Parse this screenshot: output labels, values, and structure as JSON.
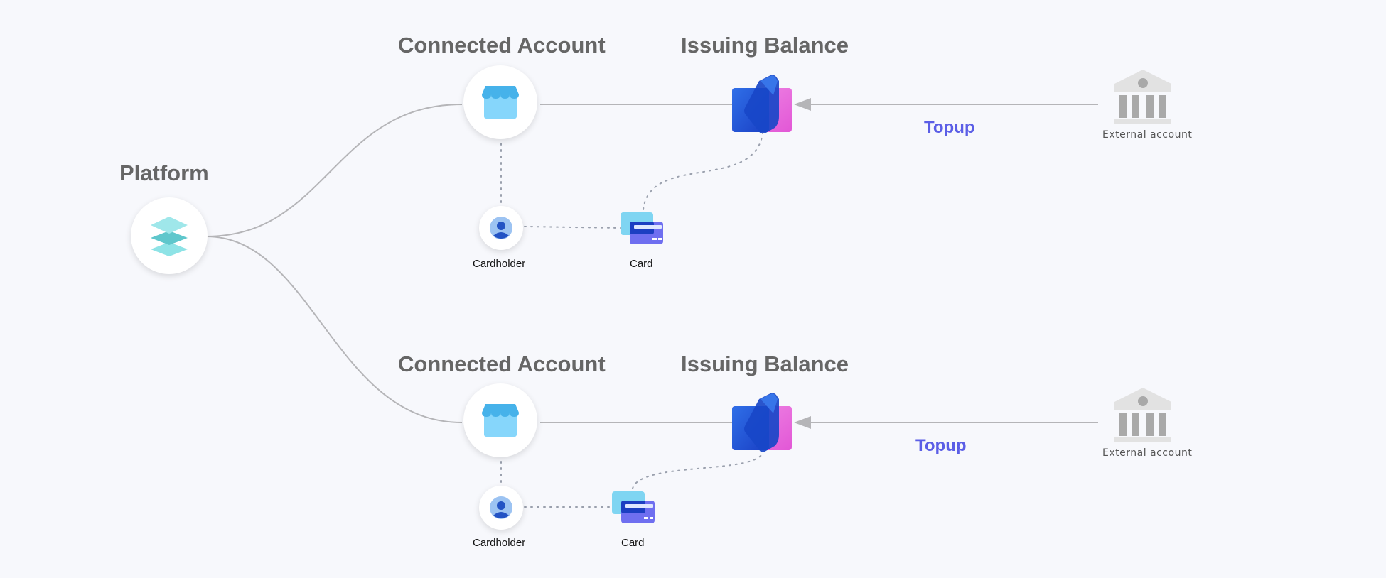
{
  "platform": {
    "title": "Platform",
    "icon": "layers-icon"
  },
  "accounts": [
    {
      "title": "Connected Account",
      "icon": "storefront-icon",
      "balance_title": "Issuing Balance",
      "balance_icon": "issuing-balance-icon",
      "topup_label": "Topup",
      "external_label": "External account",
      "external_icon": "bank-icon",
      "cardholder_label": "Cardholder",
      "cardholder_icon": "person-icon",
      "card_label": "Card",
      "card_icon": "credit-card-icon"
    },
    {
      "title": "Connected Account",
      "icon": "storefront-icon",
      "balance_title": "Issuing Balance",
      "balance_icon": "issuing-balance-icon",
      "topup_label": "Topup",
      "external_label": "External account",
      "external_icon": "bank-icon",
      "cardholder_label": "Cardholder",
      "cardholder_icon": "person-icon",
      "card_label": "Card",
      "card_icon": "credit-card-icon"
    }
  ],
  "colors": {
    "background": "#f7f8fc",
    "title_text": "#666666",
    "topup_text": "#5b5ee6",
    "connector_line": "#b5b5b8",
    "dotted_line": "#9aa0ad",
    "store_blue": "#5cc3f2",
    "balance_blue": "#1c4fd1",
    "balance_pink": "#ea5fd9",
    "card_purple": "#6f6ff0",
    "bank_gray": "#bdbdbd"
  }
}
